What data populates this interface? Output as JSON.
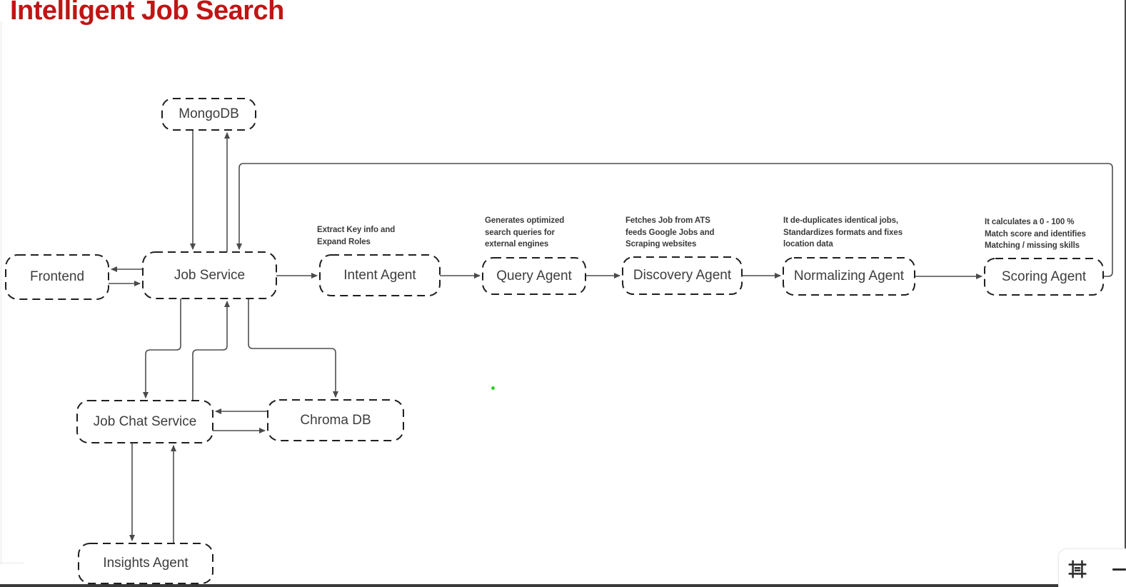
{
  "title": "Intelligent Job Search",
  "title_color": "#bf1514",
  "canvas": {
    "nodes": {
      "mongodb": {
        "label": "MongoDB"
      },
      "frontend": {
        "label": "Frontend"
      },
      "job_service": {
        "label": "Job Service"
      },
      "intent_agent": {
        "label": "Intent Agent",
        "note": "Extract Key info and\nExpand Roles"
      },
      "query_agent": {
        "label": "Query Agent",
        "note": "Generates optimized\nsearch queries for\nexternal engines"
      },
      "discovery_agent": {
        "label": "Discovery Agent",
        "note": "Fetches Job from ATS\nfeeds Google Jobs and\nScraping websites"
      },
      "normalizing_agent": {
        "label": "Normalizing Agent",
        "note": "It de-duplicates identical jobs,\nStandardizes formats and fixes\nlocation data"
      },
      "scoring_agent": {
        "label": "Scoring Agent",
        "note": "It calculates a 0 - 100 %\nMatch score and identifies\nMatching / missing skills"
      },
      "job_chat_service": {
        "label": "Job Chat Service"
      },
      "chroma_db": {
        "label": "Chroma DB"
      },
      "insights_agent": {
        "label": "Insights Agent"
      }
    },
    "edges": [
      {
        "from": "MongoDB",
        "to": "Job Service"
      },
      {
        "from": "Job Service",
        "to": "MongoDB"
      },
      {
        "from": "Scoring Agent",
        "to": "Job Service"
      },
      {
        "from": "Job Service",
        "to": "Frontend"
      },
      {
        "from": "Frontend",
        "to": "Job Service"
      },
      {
        "from": "Job Service",
        "to": "Intent Agent"
      },
      {
        "from": "Intent Agent",
        "to": "Query Agent"
      },
      {
        "from": "Query Agent",
        "to": "Discovery Agent"
      },
      {
        "from": "Discovery Agent",
        "to": "Normalizing Agent"
      },
      {
        "from": "Normalizing Agent",
        "to": "Scoring Agent"
      },
      {
        "from": "Job Service",
        "to": "Job Chat Service"
      },
      {
        "from": "Job Chat Service",
        "to": "Job Service"
      },
      {
        "from": "Job Service",
        "to": "Chroma DB"
      },
      {
        "from": "Chroma DB",
        "to": "Job Chat Service"
      },
      {
        "from": "Job Chat Service",
        "to": "Chroma DB"
      },
      {
        "from": "Job Chat Service",
        "to": "Insights Agent"
      },
      {
        "from": "Insights Agent",
        "to": "Job Chat Service"
      }
    ],
    "stray_dot_color": "#2ed321"
  },
  "toolbar": {
    "icons": [
      "frame-icon",
      "zoom-out-icon"
    ]
  }
}
